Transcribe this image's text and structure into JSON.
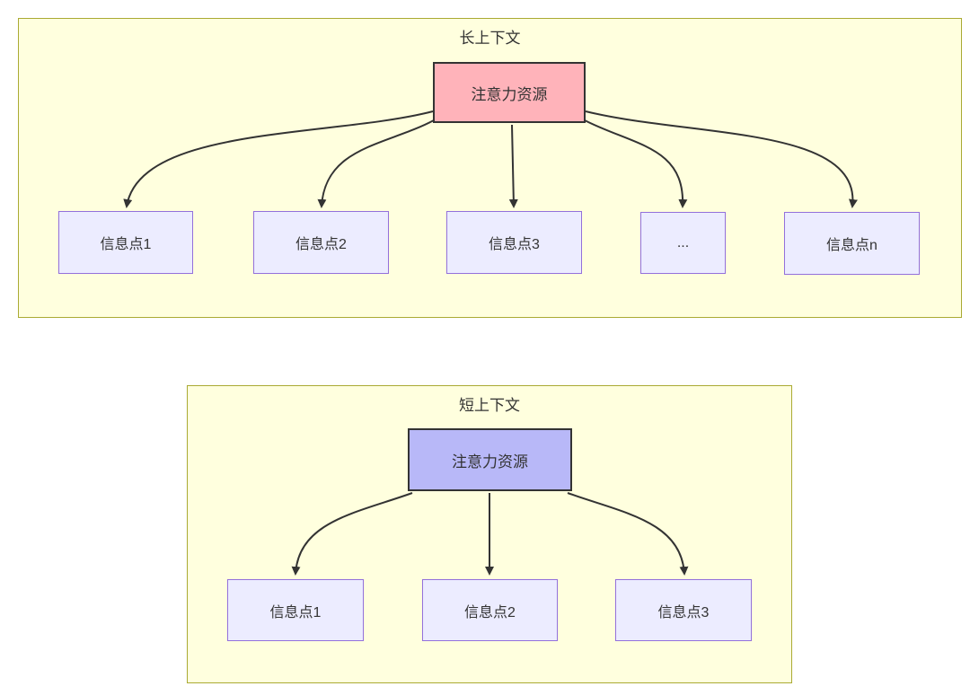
{
  "diagram": {
    "long_context": {
      "title": "长上下文",
      "attention_node_label": "注意力资源",
      "info_nodes": [
        "信息点1",
        "信息点2",
        "信息点3",
        "...",
        "信息点n"
      ]
    },
    "short_context": {
      "title": "短上下文",
      "attention_node_label": "注意力资源",
      "info_nodes": [
        "信息点1",
        "信息点2",
        "信息点3"
      ]
    },
    "colors": {
      "container_fill": "#ffffde",
      "container_border": "#aaaa33",
      "attention_long_fill": "#ffb3ba",
      "attention_short_fill": "#b8b8f8",
      "attention_border": "#333333",
      "info_node_fill": "#ececff",
      "info_node_border": "#9370db",
      "arrow_color": "#333333",
      "text_color": "#333333"
    }
  }
}
